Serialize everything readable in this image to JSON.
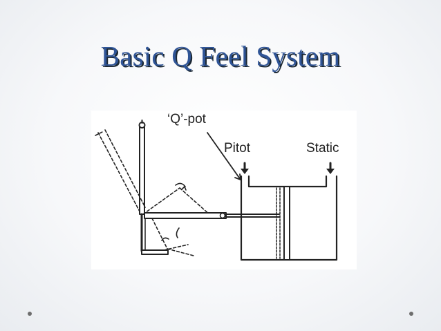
{
  "slide": {
    "title": "Basic Q Feel System"
  },
  "diagram": {
    "labels": {
      "qpot": "‘Q’-pot",
      "pitot": "Pitot",
      "static": "Static"
    }
  },
  "colors": {
    "title": "#2f5496",
    "title_shadow": "#1c2833",
    "ink": "#222222",
    "bullet": "#6d6d6d"
  }
}
